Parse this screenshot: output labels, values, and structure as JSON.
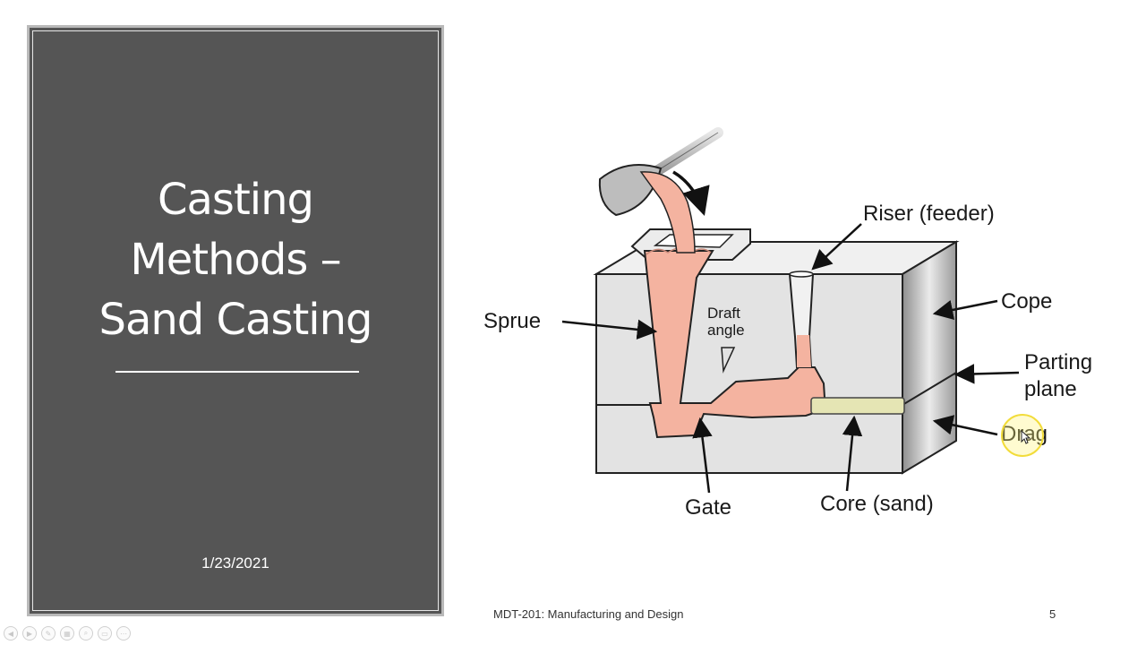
{
  "slide": {
    "title_lines": [
      "Casting",
      "Methods –",
      "Sand Casting"
    ],
    "date": "1/23/2021",
    "footer": "MDT-201:  Manufacturing and Design",
    "page_number": "5"
  },
  "diagram": {
    "labels": {
      "riser": "Riser (feeder)",
      "cope": "Cope",
      "sprue": "Sprue",
      "draft_line1": "Draft",
      "draft_line2": "angle",
      "parting_line1": "Parting",
      "parting_line2": "plane",
      "drag": "Drag",
      "gate": "Gate",
      "core": "Core (sand)"
    }
  },
  "colors": {
    "panel_background": "#555555",
    "molten_metal": "#f4b3a0",
    "mold_front": "#e3e3e3",
    "mold_top": "#f0f0f0",
    "core": "#e5e5b4",
    "cursor_highlight": "#f2dc3a"
  },
  "nav_icons": [
    "prev-arrow-icon",
    "next-arrow-icon",
    "pen-icon",
    "slides-icon",
    "zoom-icon",
    "subtitles-icon",
    "more-options-icon"
  ]
}
